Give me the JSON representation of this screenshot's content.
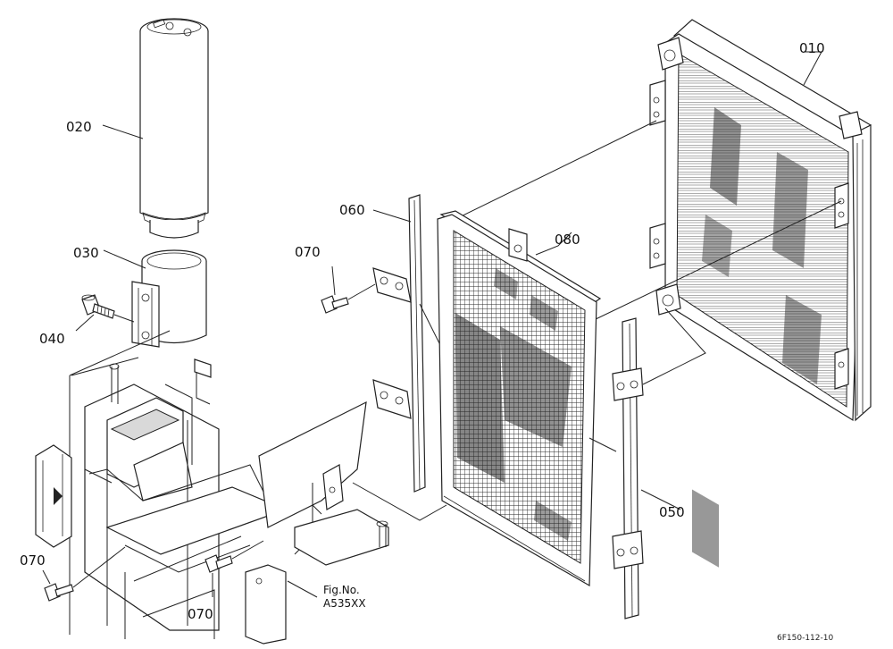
{
  "diagram": {
    "figure_ref_line1": "Fig.No.",
    "figure_ref_line2": "A535XX",
    "drawing_code": "6F150-112-10",
    "callouts": {
      "condenser": "010",
      "receiver_drier": "020",
      "clamp_band": "030",
      "bolt_clamp": "040",
      "bracket_right": "050",
      "bracket_left": "060",
      "bolt_upper": "070",
      "bolt_lower_left": "070",
      "bolt_lower_mid": "070",
      "screen": "080"
    }
  },
  "colors": {
    "line": "#222222",
    "background": "#ffffff",
    "mesh": "#2a2a2a"
  }
}
